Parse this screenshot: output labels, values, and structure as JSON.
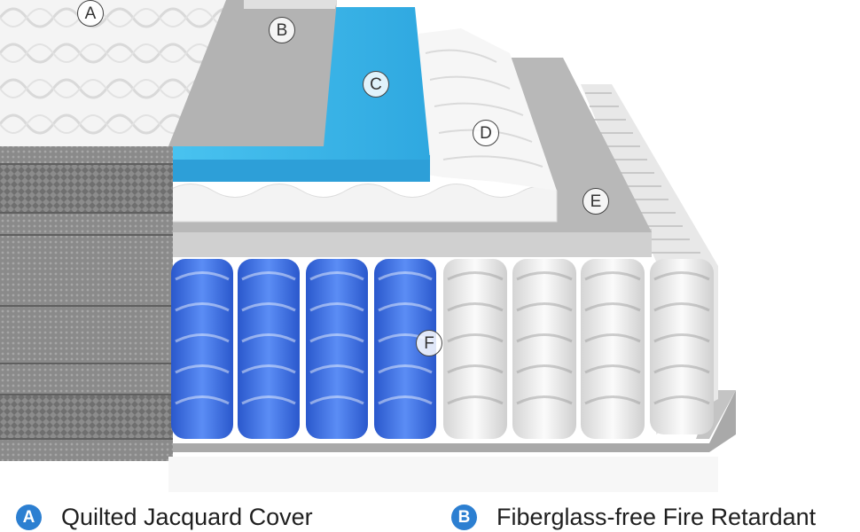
{
  "callouts": {
    "a": "A",
    "b": "B",
    "c": "C",
    "d": "D",
    "e": "E",
    "f": "F"
  },
  "legend": [
    {
      "badge": "A",
      "label": "Quilted Jacquard Cover"
    },
    {
      "badge": "B",
      "label": "Fiberglass-free Fire Retardant"
    }
  ],
  "colors": {
    "accent_blue": "#2c7fd1",
    "gel_foam": "#3fb7ea",
    "blue_coil": "#3a6fe0",
    "grey_side": "#7f7f7f",
    "support_foam": "#c9c9c9"
  }
}
